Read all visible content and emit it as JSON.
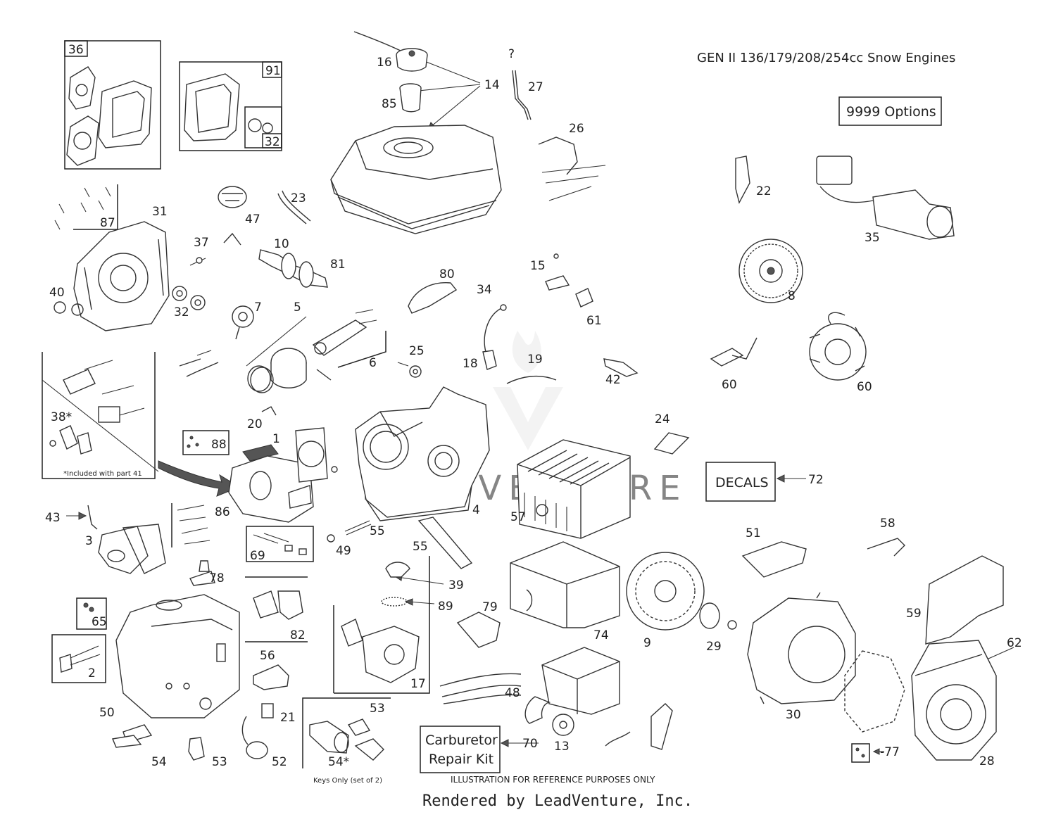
{
  "title": "GEN II 136/179/208/254cc Snow Engines",
  "options_box": "9999  Options",
  "decals_box": "DECALS",
  "carb_kit_box": [
    "Carburetor",
    "Repair Kit"
  ],
  "footnote_38": "*Included with part 41",
  "footnote_keys": "Keys Only (set of 2)",
  "disclaimer": "ILLUSTRATION FOR REFERENCE PURPOSES ONLY",
  "footer": "Rendered by LeadVenture, Inc.",
  "watermark": "LEADVENTURE",
  "part_labels": [
    "36",
    "91",
    "32",
    "16",
    "85",
    "14",
    "?",
    "27",
    "26",
    "87",
    "31",
    "47",
    "23",
    "37",
    "10",
    "81",
    "40",
    "32",
    "7",
    "5",
    "80",
    "15",
    "34",
    "61",
    "22",
    "35",
    "8",
    "6",
    "25",
    "18",
    "19",
    "42",
    "60",
    "60",
    "38*",
    "20",
    "88",
    "1",
    "24",
    "72",
    "43",
    "86",
    "4",
    "55",
    "57",
    "3",
    "49",
    "55",
    "78",
    "69",
    "39",
    "89",
    "79",
    "51",
    "58",
    "65",
    "82",
    "74",
    "9",
    "29",
    "59",
    "62",
    "2",
    "56",
    "17",
    "48",
    "30",
    "50",
    "21",
    "53",
    "70",
    "13",
    "54",
    "53",
    "52",
    "54*",
    "-77",
    "28"
  ]
}
